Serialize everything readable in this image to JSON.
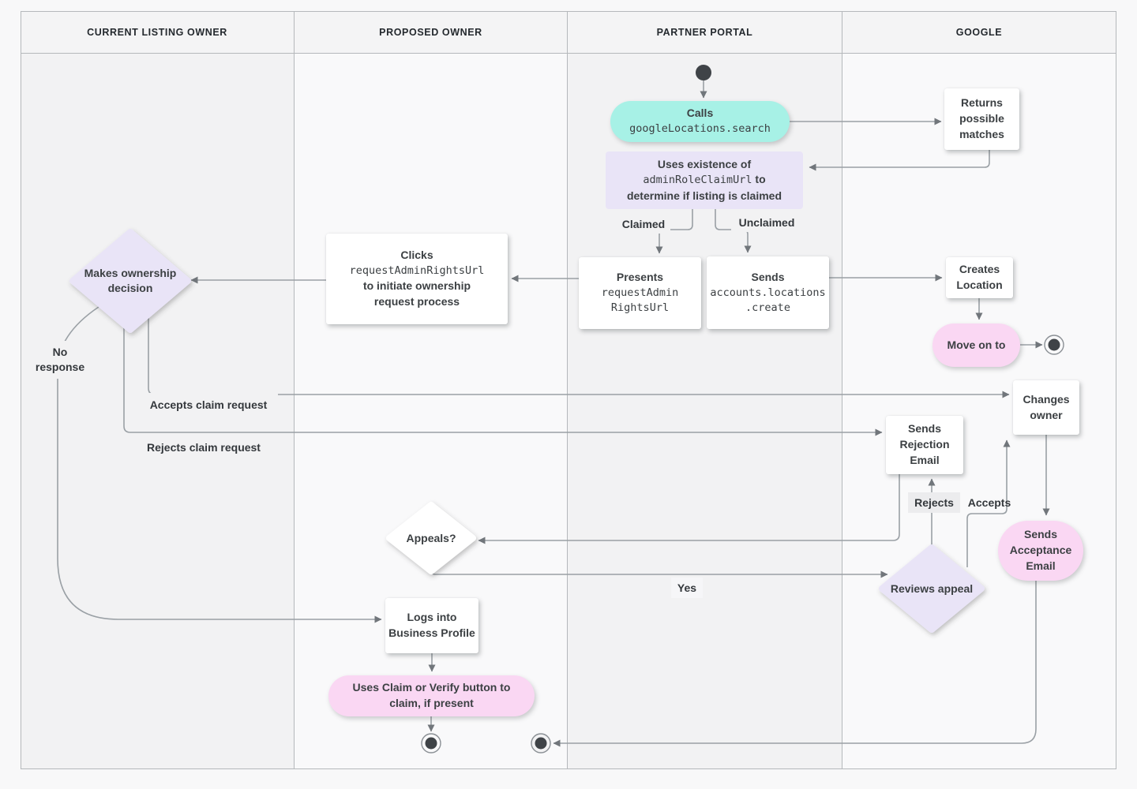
{
  "lanes": [
    {
      "label": "CURRENT LISTING OWNER"
    },
    {
      "label": "PROPOSED OWNER"
    },
    {
      "label": "PARTNER PORTAL"
    },
    {
      "label": "GOOGLE"
    }
  ],
  "nodes": {
    "calls": {
      "title": "Calls",
      "code": "googleLocations.search"
    },
    "returns": {
      "label": "Returns possible matches"
    },
    "uses_existence": {
      "line1": "Uses existence of",
      "code": "adminRoleClaimUrl",
      "line2_suffix": " to",
      "line3": "determine if listing is claimed"
    },
    "presents": {
      "title": "Presents",
      "code1": "requestAdmin",
      "code2": "RightsUrl"
    },
    "sends_create": {
      "title": "Sends",
      "code1": "accounts.locations",
      "code2": ".create"
    },
    "clicks": {
      "title": "Clicks",
      "code": "requestAdminRightsUrl",
      "line2": "to initiate ownership",
      "line3": "request process"
    },
    "makes_decision": {
      "label": "Makes ownership decision"
    },
    "creates_location": {
      "label": "Creates Location"
    },
    "move_on": {
      "label": "Move on to"
    },
    "changes_owner": {
      "label": "Changes owner"
    },
    "sends_rejection": {
      "label": "Sends Rejection Email"
    },
    "sends_acceptance": {
      "label": "Sends Acceptance Email"
    },
    "reviews_appeal": {
      "label": "Reviews appeal"
    },
    "appeals": {
      "label": "Appeals?"
    },
    "logs_in": {
      "label": "Logs into Business Profile"
    },
    "uses_claim": {
      "label": "Uses Claim or Verify button to claim, if present"
    }
  },
  "edge_labels": {
    "claimed": "Claimed",
    "unclaimed": "Unclaimed",
    "no_response": "No response",
    "accepts_claim": "Accepts claim request",
    "rejects_claim": "Rejects claim request",
    "yes": "Yes",
    "rejects": "Rejects",
    "accepts": "Accepts"
  },
  "colors": {
    "teal": "#a7f1e6",
    "pink": "#fad7f3",
    "lavender": "#e9e4f7",
    "node_white": "#ffffff",
    "line": "#9aa0a5",
    "arrow": "#71767b",
    "text": "#3c4043",
    "lane_dark": "#f2f2f3",
    "lane_light": "#f9f9fa",
    "border": "#b5b8bb",
    "page_bg": "#f8f8f9"
  }
}
